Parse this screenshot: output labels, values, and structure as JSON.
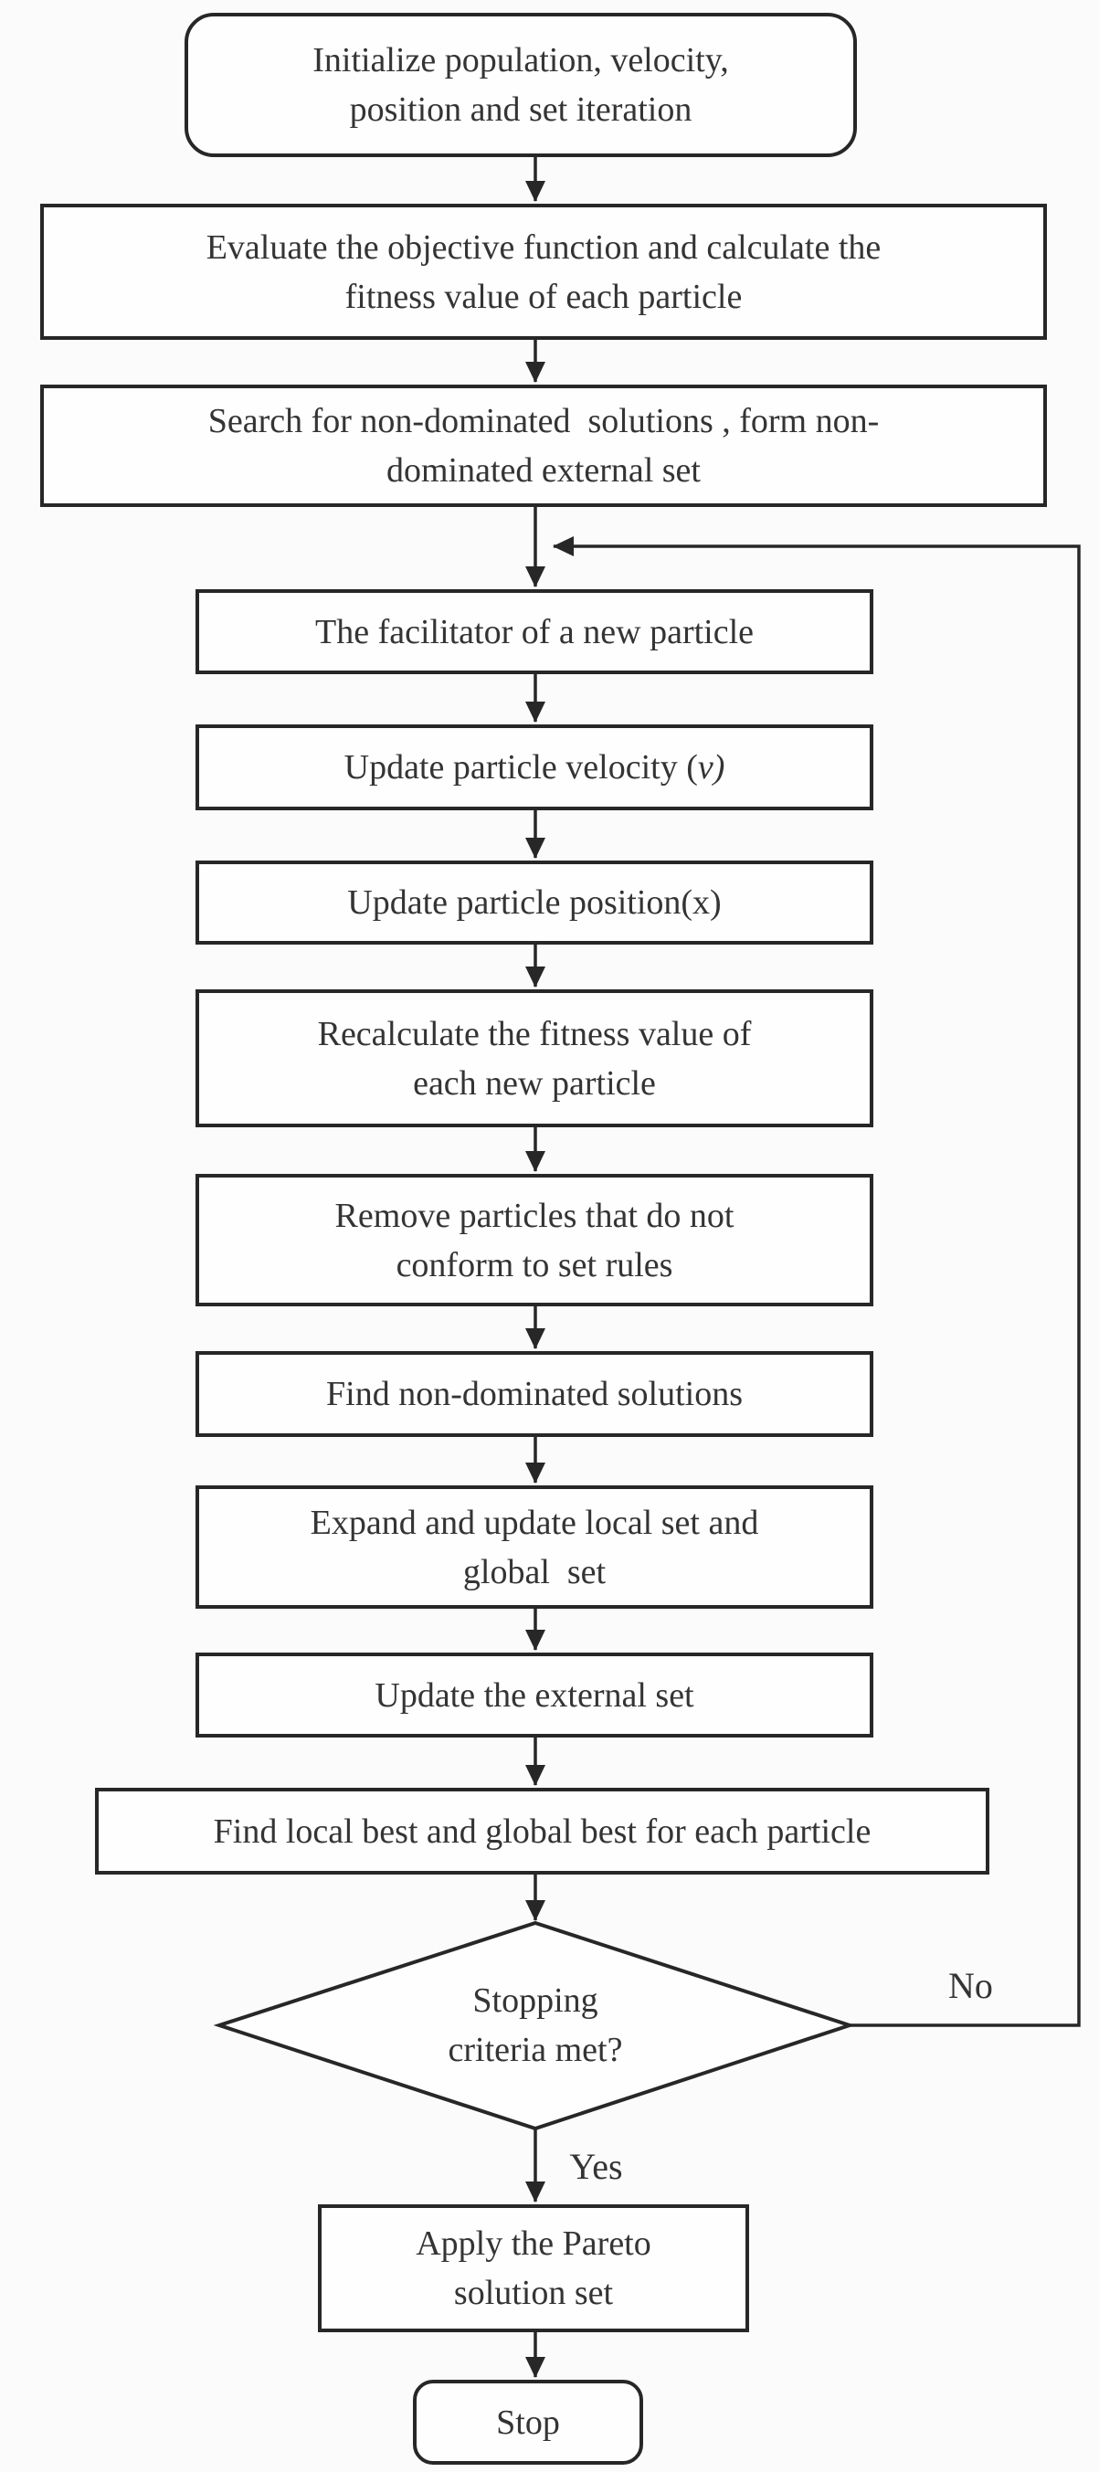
{
  "nodes": [
    {
      "id": "start",
      "type": "terminator",
      "lines": [
        "Initialize population, velocity,",
        "position and set iteration"
      ]
    },
    {
      "id": "evaluate",
      "type": "process",
      "lines": [
        "Evaluate the objective function and calculate the",
        "fitness value of each particle"
      ]
    },
    {
      "id": "search-non-dominated",
      "type": "process",
      "lines": [
        "Search for non-dominated  solutions , form non-",
        "dominated external set"
      ]
    },
    {
      "id": "facilitator",
      "type": "process",
      "lines": [
        "The facilitator of a new particle"
      ]
    },
    {
      "id": "update-velocity",
      "type": "process",
      "prefix": "Update particle velocity (",
      "italic": "v)"
    },
    {
      "id": "update-position",
      "type": "process",
      "lines": [
        "Update particle position(x)"
      ]
    },
    {
      "id": "recalculate-fitness",
      "type": "process",
      "lines": [
        "Recalculate the fitness value of",
        "each new particle"
      ]
    },
    {
      "id": "remove-particles",
      "type": "process",
      "lines": [
        "Remove particles that do not",
        "conform to set rules"
      ]
    },
    {
      "id": "find-non-dominated",
      "type": "process",
      "lines": [
        "Find non-dominated solutions"
      ]
    },
    {
      "id": "expand-update-sets",
      "type": "process",
      "lines": [
        "Expand and update local set and",
        "global  set"
      ]
    },
    {
      "id": "update-external-set",
      "type": "process",
      "lines": [
        "Update the external set"
      ]
    },
    {
      "id": "find-best",
      "type": "process",
      "lines": [
        "Find local best and global best for each particle"
      ]
    },
    {
      "id": "stopping-decision",
      "type": "decision",
      "lines": [
        "Stopping",
        "criteria met?"
      ]
    },
    {
      "id": "apply-pareto",
      "type": "process",
      "lines": [
        "Apply the Pareto",
        "solution set"
      ]
    },
    {
      "id": "stop",
      "type": "terminator",
      "lines": [
        "Stop"
      ]
    }
  ],
  "edge_labels": {
    "no": "No",
    "yes": "Yes"
  },
  "colors": {
    "stroke": "#272727",
    "text": "#343434",
    "background": "#fbfbfb",
    "node_fill": "#fefefe"
  }
}
